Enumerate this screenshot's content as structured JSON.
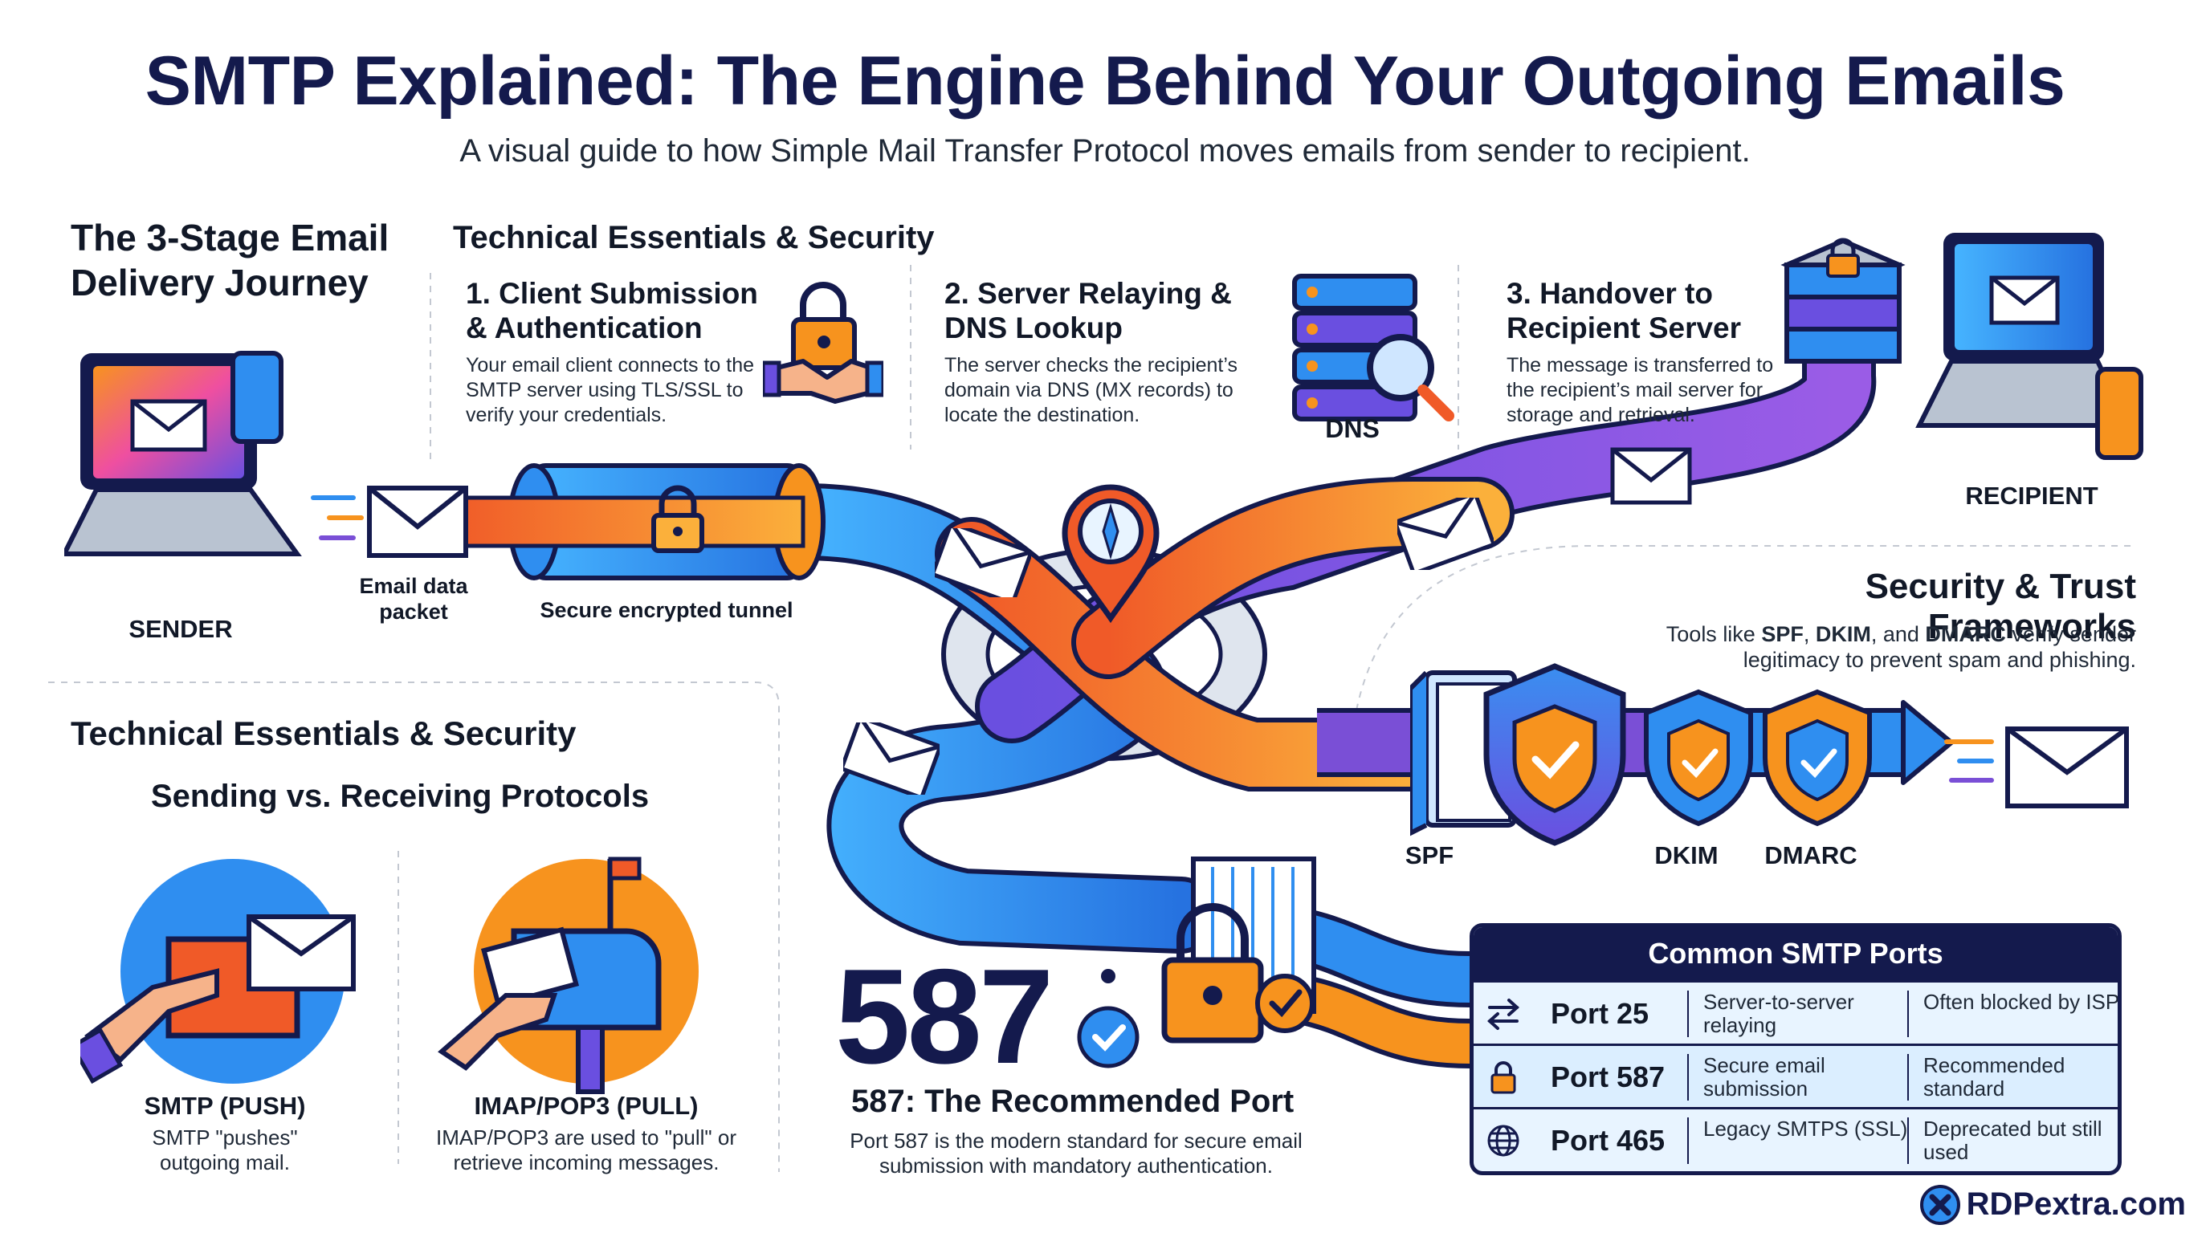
{
  "title": "SMTP Explained: The Engine Behind Your Outgoing Emails",
  "subtitle": "A visual guide to how Simple Mail Transfer Protocol moves emails from sender to recipient.",
  "journey": {
    "heading": "The 3-Stage Email Delivery Journey",
    "section_heading": "Technical Essentials & Security",
    "steps": [
      {
        "title": "1. Client Submission & Authentication",
        "desc": "Your email client connects to the SMTP server using TLS/SSL to verify your credentials."
      },
      {
        "title": "2. Server Relaying & DNS Lookup",
        "desc": "The server checks the recipient’s domain via DNS (MX records) to locate the destination."
      },
      {
        "title": "3. Handover to Recipient Server",
        "desc": "The message is transferred to the recipient’s mail server for storage and retrieval."
      }
    ],
    "dns_label": "DNS",
    "sender_label": "SENDER",
    "packet_label": "Email data packet",
    "tunnel_label": "Secure encrypted tunnel",
    "recipient_label": "RECIPIENT"
  },
  "security": {
    "heading": "Security & Trust Frameworks",
    "desc_prefix": "Tools like ",
    "spf": "SPF",
    "sep1": ", ",
    "dkim": "DKIM",
    "sep2": ", and ",
    "dmarc": "DMARC",
    "desc_suffix": " verify sender legitimacy to prevent spam and phishing.",
    "labels": [
      "SPF",
      "DKIM",
      "DMARC"
    ]
  },
  "protocols": {
    "heading": "Technical Essentials & Security",
    "subheading": "Sending vs. Receiving Protocols",
    "smtp": {
      "title": "SMTP (PUSH)",
      "desc": "SMTP \"pushes\" outgoing mail."
    },
    "imap": {
      "title": "IMAP/POP3 (PULL)",
      "desc": "IMAP/POP3 are used to \"pull\" or retrieve incoming messages."
    }
  },
  "recommended": {
    "number": "587",
    "title": "587: The Recommended Port",
    "desc": "Port 587 is the modern standard for secure email submission with mandatory authentication."
  },
  "ports": {
    "heading": "Common SMTP Ports",
    "rows": [
      {
        "icon": "swap-arrows-icon",
        "port": "Port 25",
        "desc": "Server-to-server relaying",
        "note": "Often blocked by ISPs"
      },
      {
        "icon": "lock-icon",
        "port": "Port 587",
        "desc": "Secure email submission",
        "note": "Recommended standard"
      },
      {
        "icon": "globe-icon",
        "port": "Port 465",
        "desc": "Legacy SMTPS (SSL)",
        "note": "Deprecated but still used"
      }
    ]
  },
  "brand": "RDPextra.com",
  "colors": {
    "navy": "#141a4d",
    "blue": "#2f8ef0",
    "orange": "#f7931e",
    "purple": "#7a4fd6",
    "red": "#f05a28",
    "light_blue": "#e8f4ff"
  }
}
